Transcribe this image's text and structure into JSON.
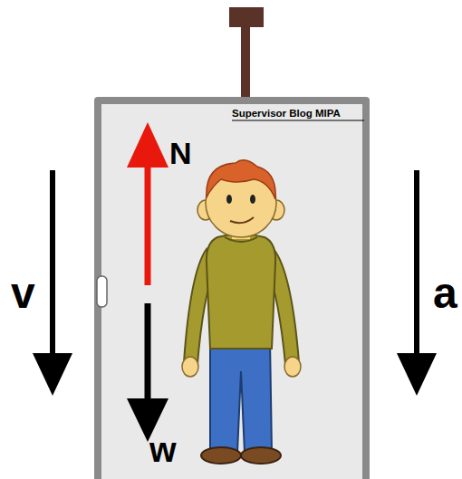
{
  "diagram": {
    "labels": [
      "Supervisor Blog MIPA",
      "N",
      "w",
      "v",
      "a"
    ]
  }
}
